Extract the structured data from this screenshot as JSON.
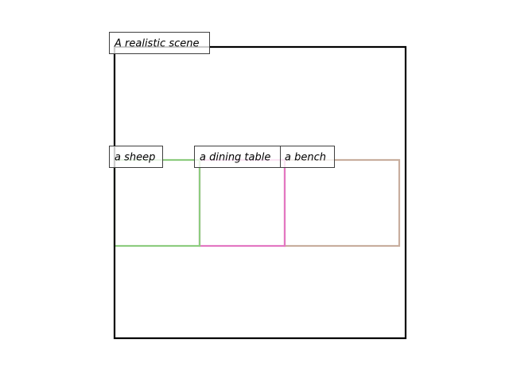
{
  "scene": {
    "label": "A realistic scene",
    "frame_color": "#000000"
  },
  "objects": [
    {
      "label": "a sheep",
      "color": "#8dcc7f"
    },
    {
      "label": "a dining table",
      "color": "#e377c2"
    },
    {
      "label": "a bench",
      "color": "#c8ae9e"
    }
  ]
}
